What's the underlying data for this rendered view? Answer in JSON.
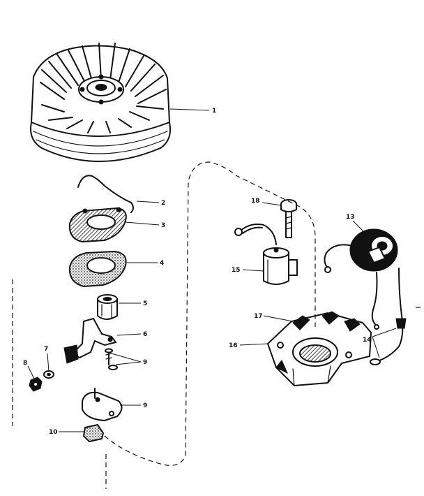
{
  "callouts": [
    {
      "id": "1",
      "text": "1"
    },
    {
      "id": "2",
      "text": "2"
    },
    {
      "id": "3",
      "text": "3"
    },
    {
      "id": "4",
      "text": "4"
    },
    {
      "id": "5",
      "text": "5"
    },
    {
      "id": "6",
      "text": "6"
    },
    {
      "id": "7",
      "text": "7"
    },
    {
      "id": "8",
      "text": "8"
    },
    {
      "id": "9",
      "text": "9"
    },
    {
      "id": "9b",
      "text": "9"
    },
    {
      "id": "10",
      "text": "10"
    },
    {
      "id": "13",
      "text": "13"
    },
    {
      "id": "14",
      "text": "14"
    },
    {
      "id": "15",
      "text": "15"
    },
    {
      "id": "16",
      "text": "16"
    },
    {
      "id": "17",
      "text": "17"
    },
    {
      "id": "18",
      "text": "18"
    }
  ]
}
